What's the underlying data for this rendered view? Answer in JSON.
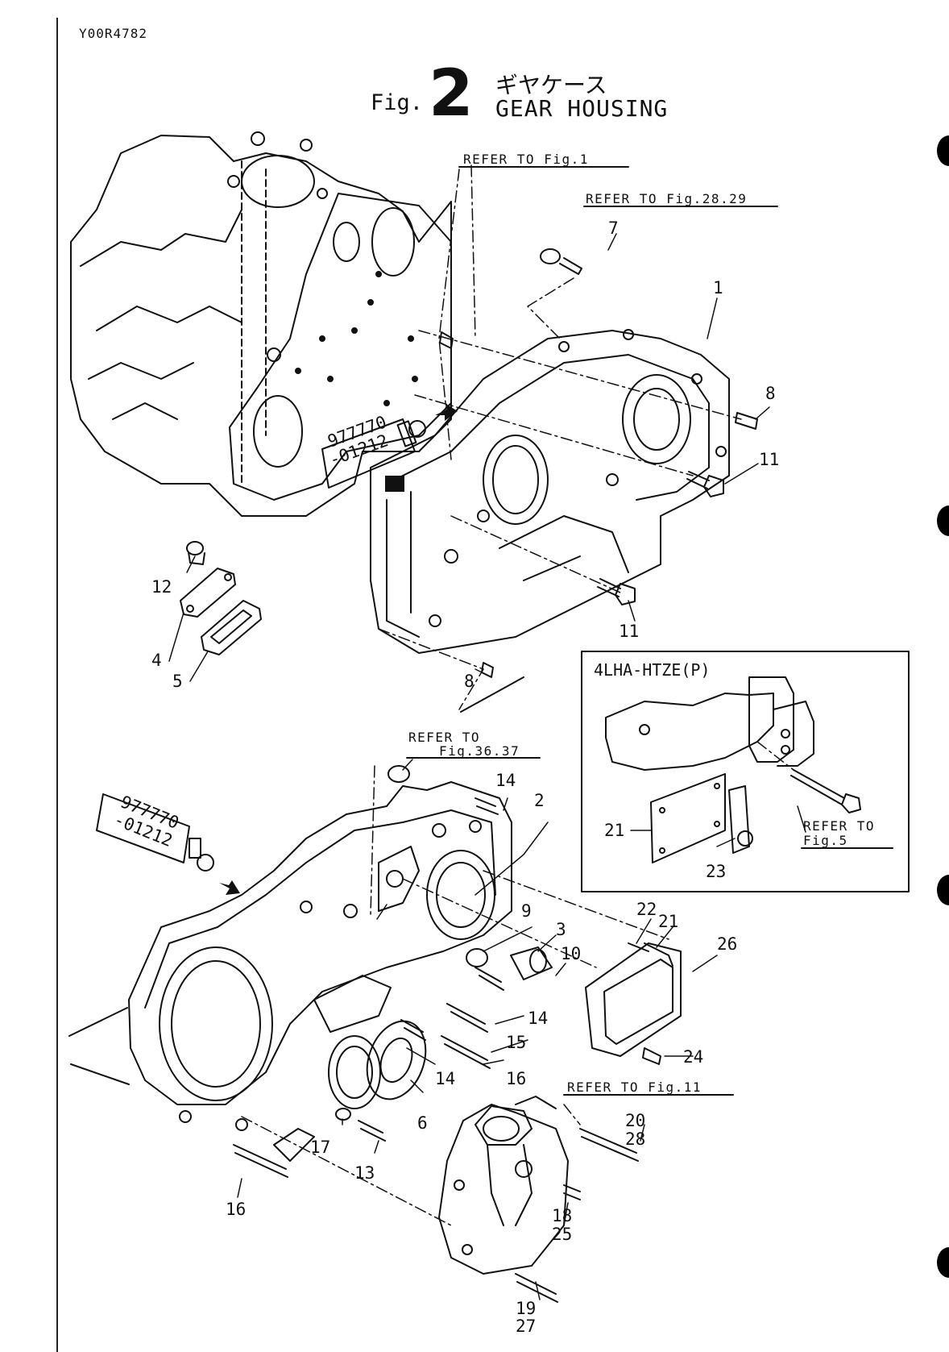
{
  "document_code": "Y00R4782",
  "title": {
    "fig_prefix": "Fig.",
    "fig_number": "2",
    "japanese": "ギヤケース",
    "english": "GEAR HOUSING"
  },
  "references": {
    "fig1": "REFER TO Fig.1",
    "fig28_29": "REFER TO Fig.28.29",
    "fig36_37_line1": "REFER TO",
    "fig36_37_line2": "Fig.36.37",
    "fig11": "REFER TO Fig.11",
    "fig5_line1": "REFER TO",
    "fig5_line2": "Fig.5"
  },
  "sealant_tube_label": [
    "977770",
    "-01212"
  ],
  "inset": {
    "title": "4LHA-HTZE(P)"
  },
  "callouts": {
    "c1": "1",
    "c2": "2",
    "c3": "3",
    "c4": "4",
    "c5": "5",
    "c6": "6",
    "c7": "7",
    "c8a": "8",
    "c8b": "8",
    "c9": "9",
    "c10": "10",
    "c11a": "11",
    "c11b": "11",
    "c12": "12",
    "c13": "13",
    "c14a": "14",
    "c14b": "14",
    "c14c": "14",
    "c15": "15",
    "c16a": "16",
    "c16b": "16",
    "c17": "17",
    "c18": "18",
    "c25": "25",
    "c19": "19",
    "c27": "27",
    "c20": "20",
    "c28": "28",
    "c21a": "21",
    "c21b": "21",
    "c22": "22",
    "c23": "23",
    "c24": "24",
    "c26": "26"
  },
  "colors": {
    "ink": "#111111",
    "paper": "#ffffff"
  }
}
